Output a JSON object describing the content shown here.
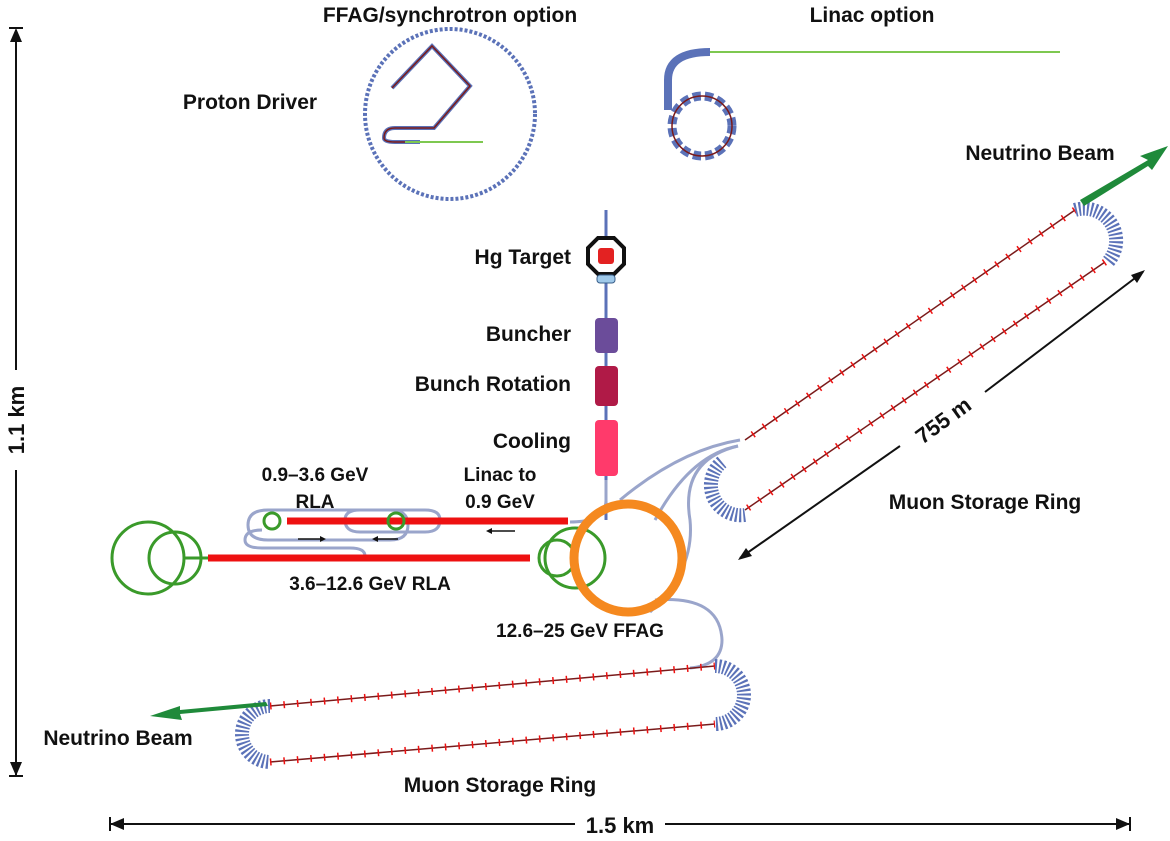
{
  "labels": {
    "ffag_option": "FFAG/synchrotron option",
    "linac_option": "Linac option",
    "proton_driver": "Proton Driver",
    "neutrino_beam_top": "Neutrino Beam",
    "hg_target": "Hg Target",
    "buncher": "Buncher",
    "bunch_rotation": "Bunch Rotation",
    "cooling": "Cooling",
    "rla1_line1": "0.9–3.6 GeV",
    "rla1_line2": "RLA",
    "linac_line1": "Linac to",
    "linac_line2": "0.9 GeV",
    "rla2": "3.6–12.6 GeV RLA",
    "ffag": "12.6–25 GeV FFAG",
    "muon_ring_right": "Muon Storage Ring",
    "muon_ring_bottom": "Muon Storage Ring",
    "neutrino_beam_bottom": "Neutrino Beam",
    "dim_755": "755 m",
    "dim_height": "1.1 km",
    "dim_width": "1.5 km"
  },
  "colors": {
    "buncher": "#6b4c9a",
    "bunch_rotation": "#b01a47",
    "cooling": "#ff3a6b",
    "ffag_ring": "#f5891f",
    "linac": "#ee1111",
    "transfer_line": "#9aa5cb",
    "magnets": "#5b72b8",
    "green": "#3a9a2a",
    "arrow": "#1f8a3a",
    "target": "#e32222"
  }
}
